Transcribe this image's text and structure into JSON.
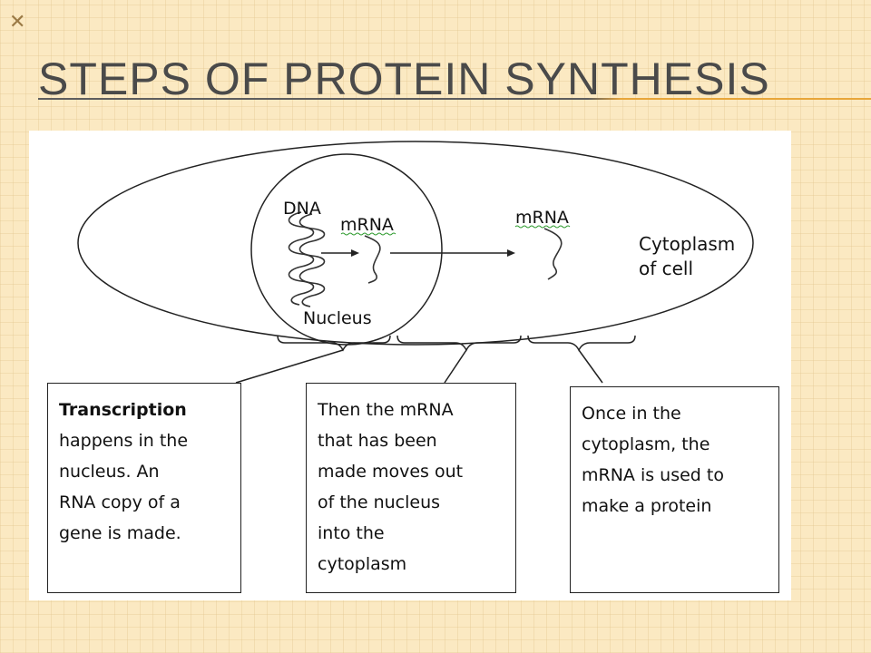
{
  "slide": {
    "bullet_glyph": "✕",
    "title": "STEPS OF PROTEIN SYNTHESIS"
  },
  "diagram": {
    "dna_label": "DNA",
    "mrna_label_nucleus": "mRNA",
    "mrna_label_cytoplasm": "mRNA",
    "nucleus_label": "Nucleus",
    "cytoplasm_label_line1": "Cytoplasm",
    "cytoplasm_label_line2": "of cell"
  },
  "boxes": [
    {
      "heading": "Transcription",
      "lines": [
        "happens in the",
        "nucleus.  An",
        "RNA copy of a",
        "gene is made."
      ]
    },
    {
      "heading": "",
      "lines": [
        "Then the mRNA",
        "that has been",
        "made moves out",
        "of the nucleus",
        "into the",
        "cytoplasm"
      ]
    },
    {
      "heading": "",
      "lines": [
        "Once in the",
        "cytoplasm, the",
        "mRNA is used to",
        "make a protein"
      ]
    }
  ],
  "colors": {
    "background": "#fbe9c2",
    "title_text": "#4a4a4a",
    "title_rule_accent": "#e8a63a",
    "spellcheck_underline": "#2e9b2e"
  }
}
